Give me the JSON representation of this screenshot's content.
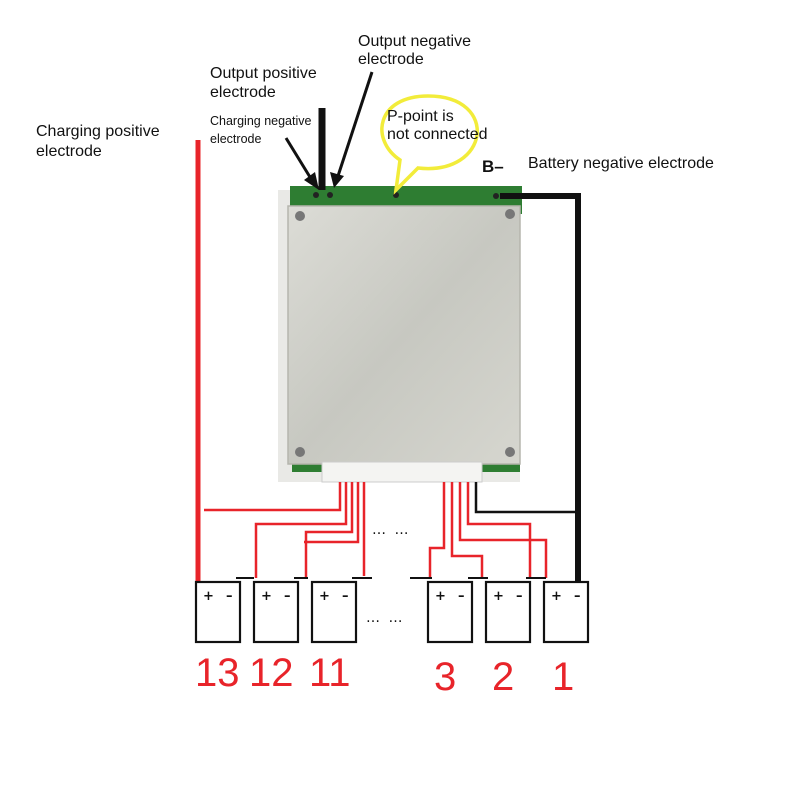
{
  "labels": {
    "charging_positive": [
      "Charging positive",
      "electrode"
    ],
    "output_positive": [
      "Output positive",
      "electrode"
    ],
    "charging_negative": [
      "Charging negative",
      "electrode"
    ],
    "output_negative": [
      "Output negative",
      "electrode"
    ],
    "p_point": [
      "P-point is",
      "not connected"
    ],
    "b_minus": "B–",
    "battery_negative": "Battery negative electrode"
  },
  "cells": [
    {
      "number": "13",
      "plus": "+",
      "minus": "–"
    },
    {
      "number": "12",
      "plus": "+",
      "minus": "–"
    },
    {
      "number": "11",
      "plus": "+",
      "minus": "–"
    },
    {
      "number": "3",
      "plus": "+",
      "minus": "–"
    },
    {
      "number": "2",
      "plus": "+",
      "minus": "–"
    },
    {
      "number": "1",
      "plus": "+",
      "minus": "–"
    }
  ],
  "ellipsis": {
    "wires": "… …",
    "cells": "… …"
  },
  "colors": {
    "wire_red": "#e8242a",
    "wire_black": "#111111",
    "board_metal": "#cfcfc8",
    "pcb_green": "#2e7d32",
    "callout_yellow": "#f2ec3a"
  }
}
